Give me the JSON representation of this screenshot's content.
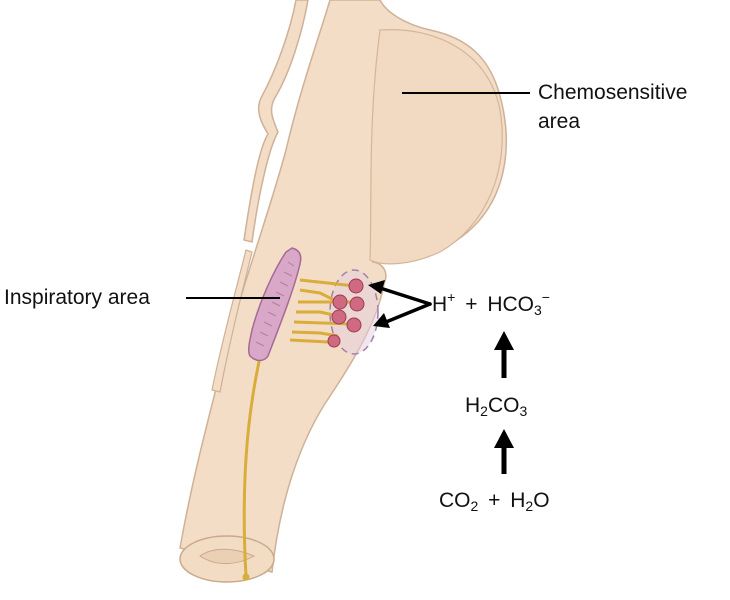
{
  "labels": {
    "chemosensitive_line1": "Chemosensitive",
    "chemosensitive_line2": "area",
    "inspiratory": "Inspiratory area"
  },
  "reaction": {
    "products": {
      "h": "H",
      "h_charge": "+",
      "plus": "+",
      "hco": "HCO",
      "hco_sub": "3",
      "hco_charge": "−"
    },
    "intermediate": {
      "h": "H",
      "h_sub": "2",
      "co": "CO",
      "co_sub": "3"
    },
    "reactants": {
      "co": "CO",
      "co_sub": "2",
      "plus": "+",
      "h": "H",
      "h_sub": "2",
      "o": "O"
    }
  },
  "colors": {
    "tissue": "#f3ddc6",
    "tissue_outline": "#cfb197",
    "nucleus_bar": "#d9a8c8",
    "nucleus_bar_outline": "#a56b93",
    "nerve": "#d9ad3a",
    "cell_fill": "#cf6a80",
    "cell_outline": "#9c3c56",
    "cluster_outline": "#a57ea8",
    "arrow": "#000000"
  }
}
